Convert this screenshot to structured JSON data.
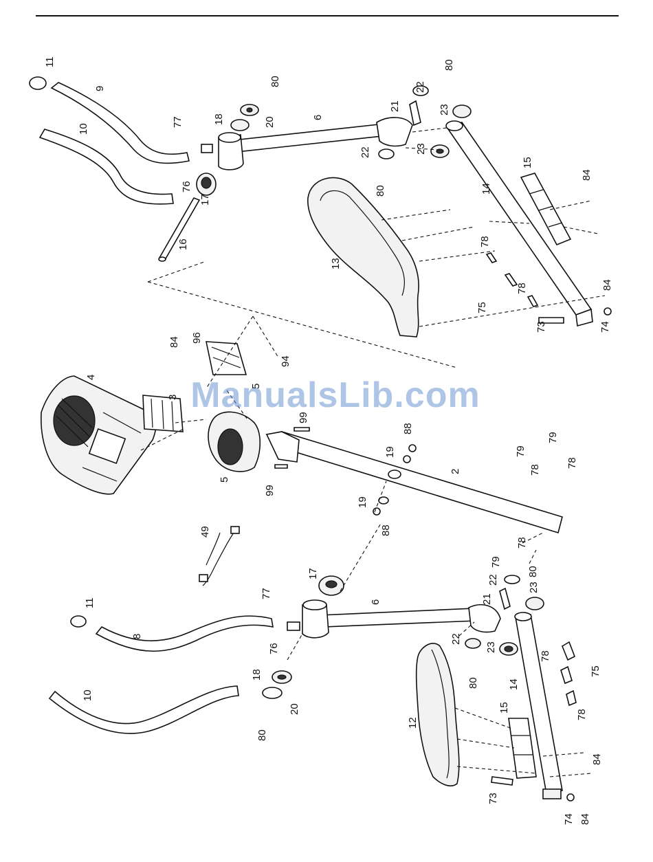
{
  "watermark": "ManualsLib.com",
  "labels": {
    "p2": "2",
    "p3": "3",
    "p4": "4",
    "p5a": "5",
    "p5b": "5",
    "p6a": "6",
    "p6b": "6",
    "p8": "8",
    "p9": "9",
    "p10a": "10",
    "p10b": "10",
    "p11a": "11",
    "p11b": "11",
    "p12": "12",
    "p13": "13",
    "p14a": "14",
    "p14b": "14",
    "p15a": "15",
    "p15b": "15",
    "p16": "16",
    "p17a": "17",
    "p17b": "17",
    "p18a": "18",
    "p18b": "18",
    "p19a": "19",
    "p19b": "19",
    "p20a": "20",
    "p20b": "20",
    "p21a": "21",
    "p21b": "21",
    "p22a": "22",
    "p22b": "22",
    "p22c": "22",
    "p22d": "22",
    "p23a": "23",
    "p23b": "23",
    "p23c": "23",
    "p23d": "23",
    "p49": "49",
    "p73a": "73",
    "p73b": "73",
    "p74a": "74",
    "p74b": "74",
    "p75a": "75",
    "p75b": "75",
    "p76a": "76",
    "p76b": "76",
    "p77a": "77",
    "p77b": "77",
    "p78a": "78",
    "p78b": "78",
    "p78c": "78",
    "p78d": "78",
    "p78e": "78",
    "p78f": "78",
    "p78g": "78",
    "p79a": "79",
    "p79b": "79",
    "p79c": "79",
    "p80a": "80",
    "p80b": "80",
    "p80c": "80",
    "p80d": "80",
    "p80e": "80",
    "p84a": "84",
    "p84b": "84",
    "p84c": "84",
    "p84d": "84",
    "p84e": "84",
    "p88a": "88",
    "p88b": "88",
    "p94": "94",
    "p96": "96",
    "p99a": "99",
    "p99b": "99"
  }
}
